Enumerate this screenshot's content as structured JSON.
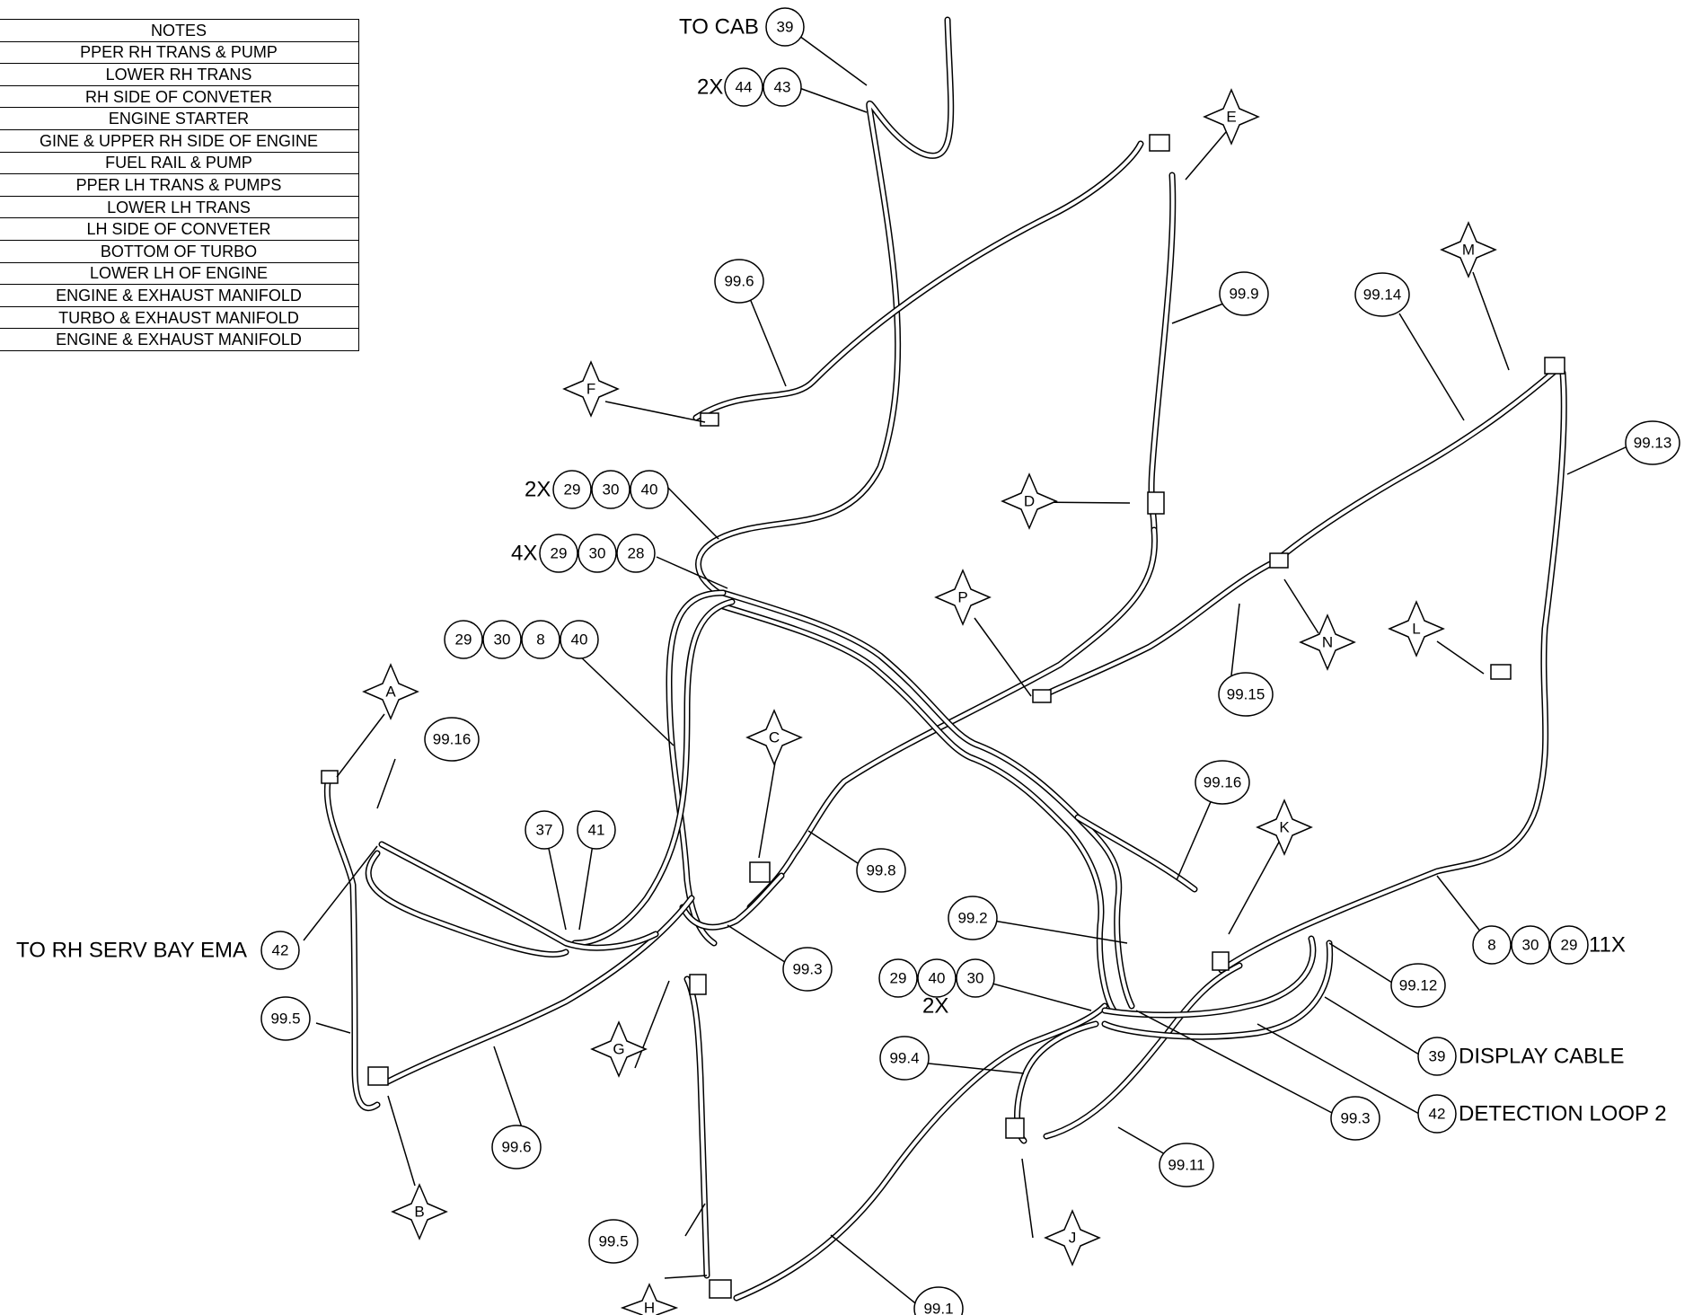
{
  "notes_table": {
    "header": "NOTES",
    "rows": [
      "PPER RH TRANS & PUMP",
      "LOWER RH TRANS",
      "RH SIDE OF CONVETER",
      "ENGINE STARTER",
      "GINE & UPPER RH SIDE OF ENGINE",
      "FUEL RAIL & PUMP",
      "PPER LH TRANS & PUMPS",
      "LOWER LH TRANS",
      "LH SIDE OF CONVETER",
      "BOTTOM OF TURBO",
      "LOWER LH OF ENGINE",
      "ENGINE & EXHAUST MANIFOLD",
      "TURBO & EXHAUST MANIFOLD",
      "ENGINE & EXHAUST MANIFOLD"
    ]
  },
  "labels": {
    "to_cab": "TO CAB",
    "qty_2x_a": "2X",
    "qty_2x_b": "2X",
    "qty_4x": "4X",
    "qty_2x_c": "2X",
    "qty_11x": "11X",
    "to_rh_serv": "TO RH SERV BAY EMA",
    "display_cable": "DISPLAY CABLE",
    "detection_loop": "DETECTION LOOP 2"
  },
  "balloons": {
    "b39_top": "39",
    "b44": "44",
    "b43": "43",
    "b29a": "29",
    "b30a": "30",
    "b40a": "40",
    "b29b": "29",
    "b30b": "30",
    "b28": "28",
    "b29c": "29",
    "b30c": "30",
    "b8a": "8",
    "b40b": "40",
    "b37": "37",
    "b41": "41",
    "b42_left": "42",
    "b8b": "8",
    "b30d": "30",
    "b29d": "29",
    "b29e": "29",
    "b40c": "40",
    "b30e": "30",
    "b39_bottom": "39",
    "b42_bottom": "42",
    "h99_6_top": "99.6",
    "h99_9": "99.9",
    "h99_14": "99.14",
    "h99_13": "99.13",
    "h99_15": "99.15",
    "h99_16_left": "99.16",
    "h99_16_right": "99.16",
    "h99_8": "99.8",
    "h99_3_left": "99.3",
    "h99_2": "99.2",
    "h99_12": "99.12",
    "h99_5_left": "99.5",
    "h99_6_bottom": "99.6",
    "h99_4": "99.4",
    "h99_3_right": "99.3",
    "h99_11": "99.11",
    "h99_5_bottom": "99.5",
    "h99_1": "99.1"
  },
  "diamonds": {
    "A": "A",
    "B": "B",
    "C": "C",
    "D": "D",
    "E": "E",
    "F": "F",
    "G": "G",
    "H": "H",
    "J": "J",
    "K": "K",
    "L": "L",
    "M": "M",
    "N": "N",
    "P": "P"
  }
}
